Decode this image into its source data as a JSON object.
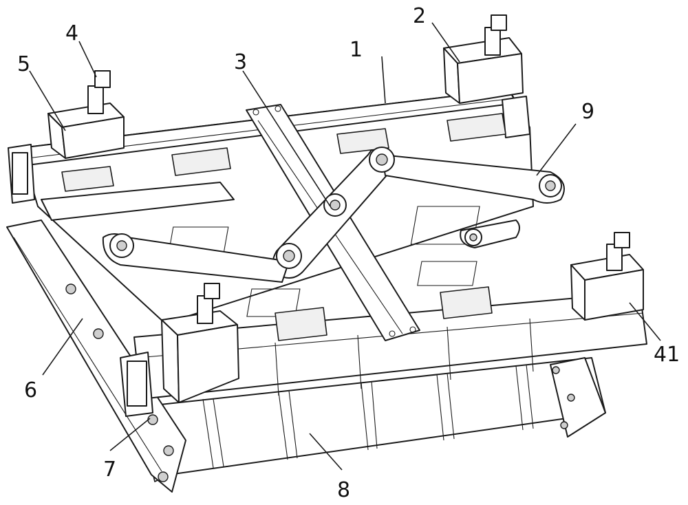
{
  "callouts": [
    {
      "id": "c1",
      "text": "1"
    },
    {
      "id": "c2",
      "text": "2"
    },
    {
      "id": "c3",
      "text": "3"
    },
    {
      "id": "c4",
      "text": "4"
    },
    {
      "id": "c5",
      "text": "5"
    },
    {
      "id": "c6",
      "text": "6"
    },
    {
      "id": "c7",
      "text": "7"
    },
    {
      "id": "c8",
      "text": "8"
    },
    {
      "id": "c9",
      "text": "9"
    },
    {
      "id": "c41",
      "text": "41"
    }
  ]
}
